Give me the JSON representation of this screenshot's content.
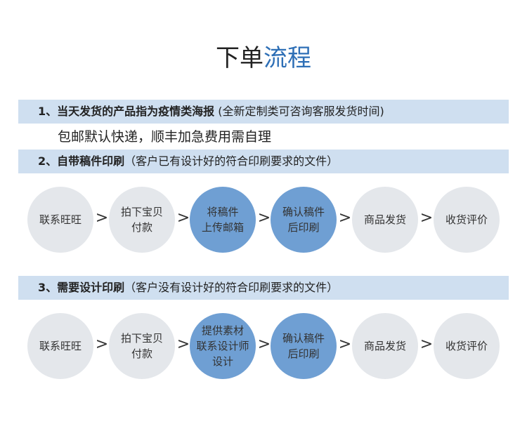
{
  "title": {
    "part1": "下单",
    "part2": "流程"
  },
  "section1": {
    "heading": "1、当天发货的产品指为疫情类海报",
    "note": "(全新定制类可咨询客服发货时间)",
    "sub": "包邮默认快递，顺丰加急费用需自理"
  },
  "section2": {
    "heading": "2、自带稿件印刷",
    "note": "（客户已有设计好的符合印刷要求的文件）",
    "steps": [
      {
        "lines": [
          "联系旺旺"
        ],
        "hl": false
      },
      {
        "lines": [
          "拍下宝贝",
          "付款"
        ],
        "hl": false
      },
      {
        "lines": [
          "将稿件",
          "上传邮箱"
        ],
        "hl": true
      },
      {
        "lines": [
          "确认稿件",
          "后印刷"
        ],
        "hl": true
      },
      {
        "lines": [
          "商品发货"
        ],
        "hl": false
      },
      {
        "lines": [
          "收货评价"
        ],
        "hl": false
      }
    ]
  },
  "section3": {
    "heading": "3、需要设计印刷",
    "note": "（客户没有设计好的符合印刷要求的文件）",
    "steps": [
      {
        "lines": [
          "联系旺旺"
        ],
        "hl": false
      },
      {
        "lines": [
          "拍下宝贝",
          "付款"
        ],
        "hl": false
      },
      {
        "lines": [
          "提供素材",
          "联系设计师",
          "设计"
        ],
        "hl": true
      },
      {
        "lines": [
          "确认稿件",
          "后印刷"
        ],
        "hl": true
      },
      {
        "lines": [
          "商品发货"
        ],
        "hl": false
      },
      {
        "lines": [
          "收货评价"
        ],
        "hl": false
      }
    ]
  },
  "arrow": ">"
}
